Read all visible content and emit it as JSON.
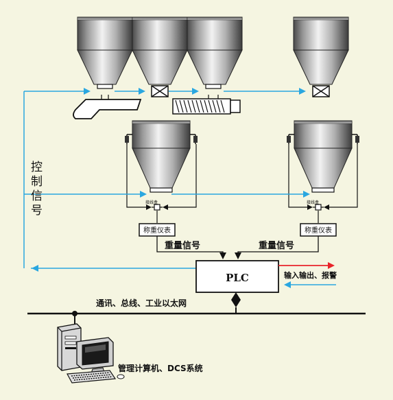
{
  "labels": {
    "control_signal": [
      "控",
      "制",
      "信",
      "号"
    ],
    "weight_signal_left": "重量信号",
    "weight_signal_right": "重量信号",
    "scale_instrument_left": "称重仪表",
    "scale_instrument_right": "称重仪表",
    "junction_box_left": "接线盒",
    "junction_box_right": "接线盒",
    "plc": "PLC",
    "io_alarm": "输入输出、报警",
    "network": "通讯、总线、工业以太网",
    "management": "管理计算机、DCS系统"
  },
  "colors": {
    "background": "#f5f5e1",
    "signal_blue": "#2aa7e0",
    "alarm_red": "#e8242a",
    "line_black": "#111111"
  },
  "icons": {
    "computer": "computer-icon",
    "silo": "silo-icon",
    "valve": "butterfly-valve-icon",
    "screw": "screw-feeder-icon"
  }
}
